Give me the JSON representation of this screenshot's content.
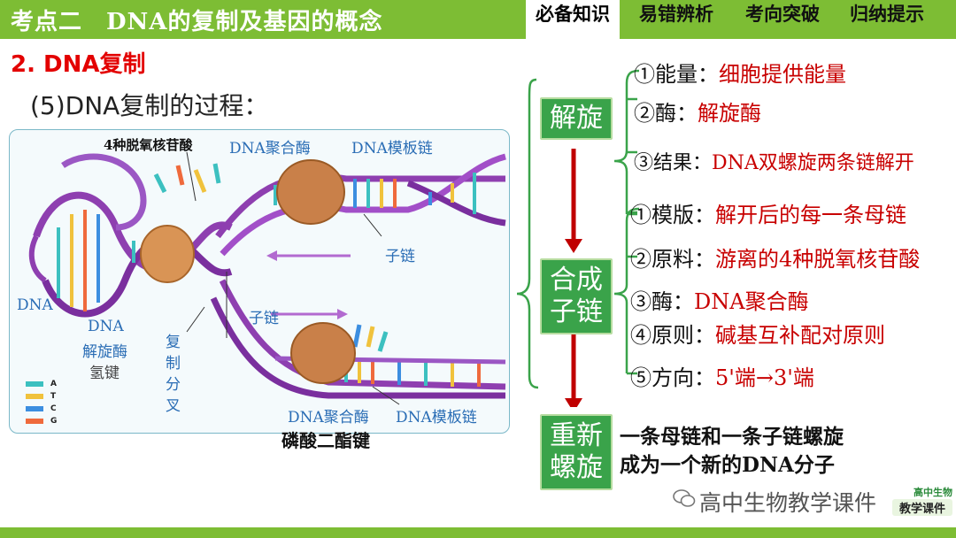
{
  "header": {
    "title": "考点二　DNA的复制及基因的概念",
    "tabs": [
      {
        "label": "必备知识",
        "active": true
      },
      {
        "label": "易错辨析",
        "active": false
      },
      {
        "label": "考向突破",
        "active": false
      },
      {
        "label": "归纳提示",
        "active": false
      }
    ]
  },
  "section_title": "2. DNA复制",
  "subtitle": "(5)DNA复制的过程：",
  "diagram": {
    "labels": {
      "deoxynucleotides": "4种脱氧核苷酸",
      "polymerase_top": "DNA聚合酶",
      "template_top": "DNA模板链",
      "daughter_top": "子链",
      "daughter_bottom": "子链",
      "dna": "DNA",
      "helicase_1": "DNA",
      "helicase_2": "解旋酶",
      "hydrogen_bond": "氢键",
      "fork": [
        "复",
        "制",
        "分",
        "叉"
      ],
      "polymerase_bottom": "DNA聚合酶",
      "template_bottom": "DNA模板链"
    },
    "legend": [
      "A",
      "T",
      "C",
      "G"
    ],
    "caption": "磷酸二酯键"
  },
  "flow": {
    "steps": [
      {
        "title": "解旋",
        "items": [
          {
            "prefix": "①能量：",
            "value": "细胞提供能量"
          },
          {
            "prefix": "②酶：",
            "value": "解旋酶"
          },
          {
            "prefix": "③结果：",
            "value": "DNA双螺旋两条链解开"
          }
        ]
      },
      {
        "title": "合成子链",
        "title_lines": [
          "合成",
          "子链"
        ],
        "items": [
          {
            "prefix": "①模版：",
            "value": "解开后的每一条母链"
          },
          {
            "prefix": "②原料：",
            "value": "游离的4种脱氧核苷酸"
          },
          {
            "prefix": "③酶：",
            "value": "DNA聚合酶"
          },
          {
            "prefix": "④原则：",
            "value": "碱基互补配对原则"
          },
          {
            "prefix": "⑤方向：",
            "value": "5'端→3'端"
          }
        ]
      },
      {
        "title": "重新螺旋",
        "title_lines": [
          "重新",
          "螺旋"
        ],
        "result_lines": [
          "一条母链和一条子链螺旋",
          "成为一个新的DNA分子"
        ]
      }
    ]
  },
  "colors": {
    "header_green": "#7dbd34",
    "box_green": "#3aa34a",
    "highlight_red": "#c80000",
    "label_blue": "#2a6db5"
  },
  "watermark": {
    "text": "高中生物教学课件",
    "logo_lines": [
      "高中生物",
      "教学课件"
    ]
  }
}
